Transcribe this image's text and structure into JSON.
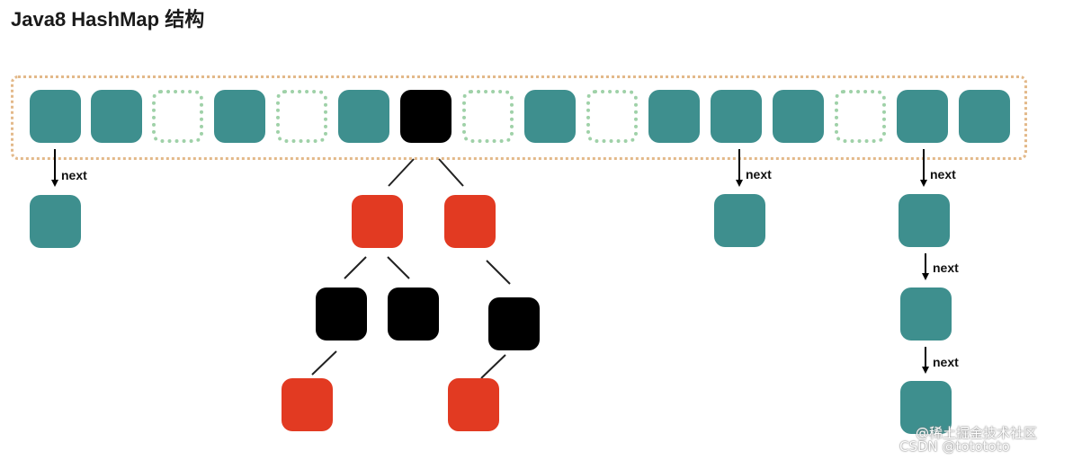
{
  "title": "Java8 HashMap 结构",
  "link_label": "next",
  "colors": {
    "bucket": "#3e8f8e",
    "empty_slot": "#9fd1a8",
    "tree_black": "#000000",
    "tree_red": "#e23a22",
    "array_frame": "#e3b98a"
  },
  "buckets": [
    "filled",
    "filled",
    "empty",
    "filled",
    "empty",
    "filled",
    "tree-root",
    "empty",
    "filled",
    "empty",
    "filled",
    "filled",
    "filled",
    "empty",
    "filled",
    "filled"
  ],
  "watermarks": [
    "@稀土掘金技术社区",
    "CSDN @totototo"
  ]
}
